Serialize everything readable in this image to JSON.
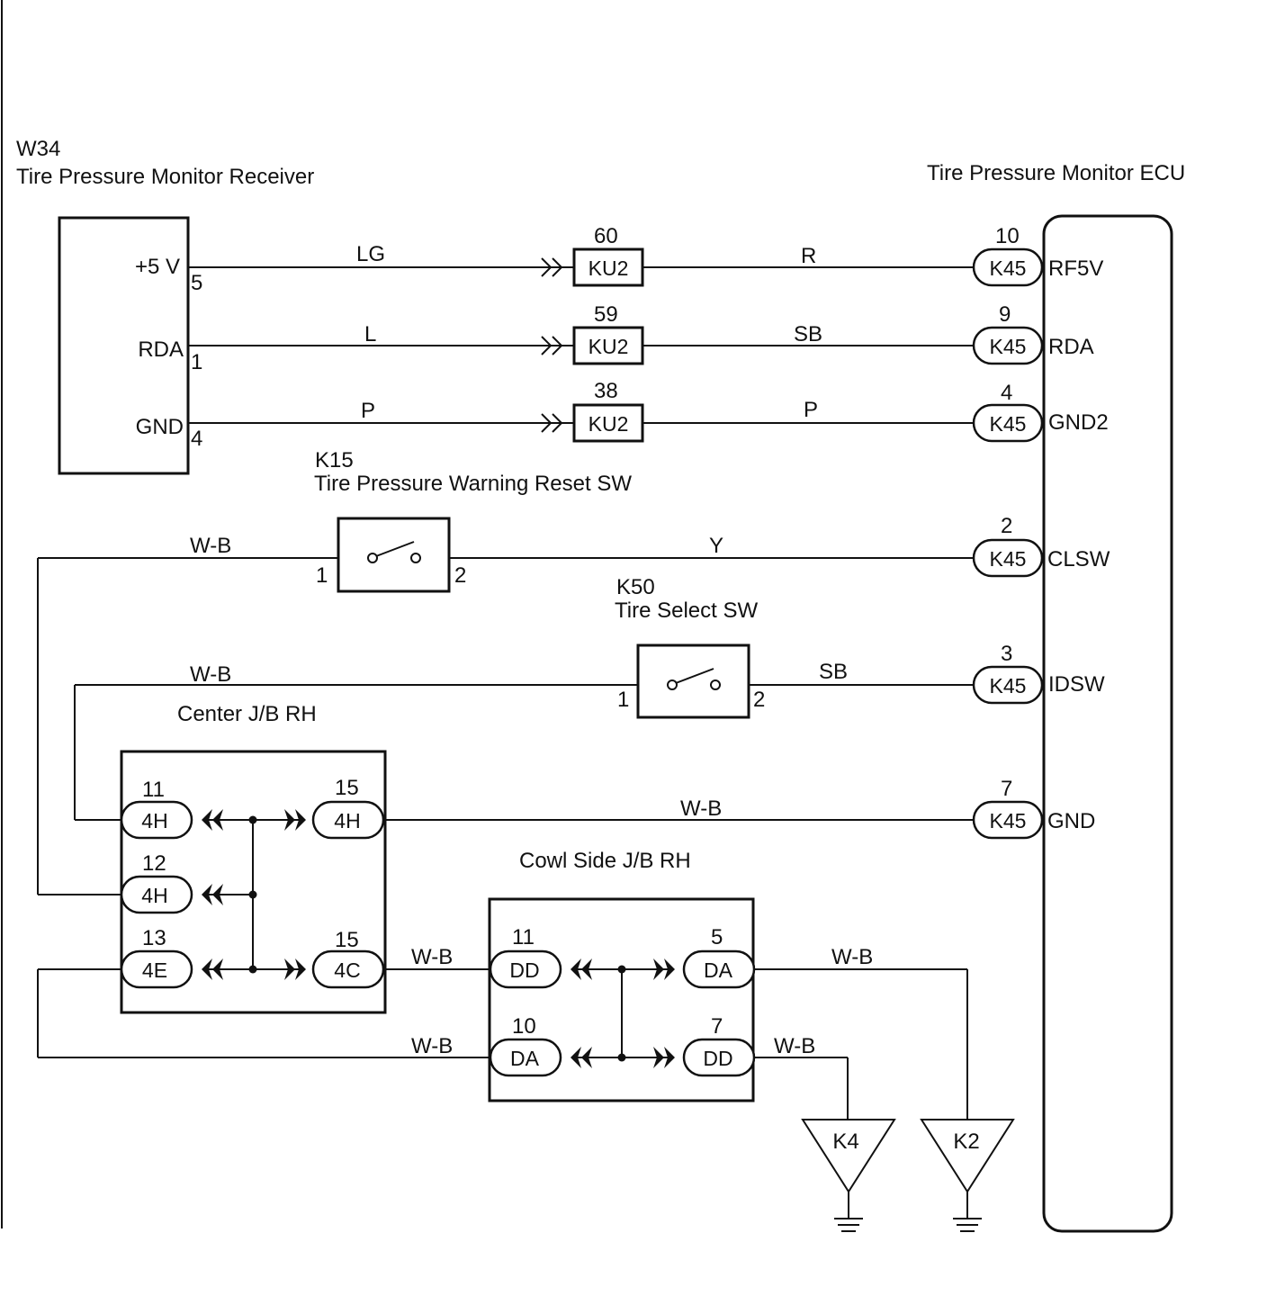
{
  "receiver": {
    "id": "W34",
    "name": "Tire Pressure Monitor Receiver",
    "pins": [
      {
        "label": "+5 V",
        "num": "5"
      },
      {
        "label": "RDA",
        "num": "1"
      },
      {
        "label": "GND",
        "num": "4"
      }
    ]
  },
  "ecu": {
    "name": "Tire Pressure Monitor ECU",
    "pins": [
      {
        "num": "10",
        "conn": "K45",
        "label": "RF5V"
      },
      {
        "num": "9",
        "conn": "K45",
        "label": "RDA"
      },
      {
        "num": "4",
        "conn": "K45",
        "label": "GND2"
      },
      {
        "num": "2",
        "conn": "K45",
        "label": "CLSW"
      },
      {
        "num": "3",
        "conn": "K45",
        "label": "IDSW"
      },
      {
        "num": "7",
        "conn": "K45",
        "label": "GND"
      }
    ]
  },
  "ku2": [
    {
      "num": "60",
      "conn": "KU2",
      "wire_in": "LG",
      "wire_out": "R"
    },
    {
      "num": "59",
      "conn": "KU2",
      "wire_in": "L",
      "wire_out": "SB"
    },
    {
      "num": "38",
      "conn": "KU2",
      "wire_in": "P",
      "wire_out": "P"
    }
  ],
  "reset_sw": {
    "id": "K15",
    "name": "Tire Pressure Warning Reset SW",
    "pin_left": "1",
    "pin_right": "2",
    "wire_left": "W-B",
    "wire_right": "Y"
  },
  "select_sw": {
    "id": "K50",
    "name": "Tire Select SW",
    "pin_left": "1",
    "pin_right": "2",
    "wire_left": "W-B",
    "wire_right": "SB"
  },
  "center_jb": {
    "name": "Center J/B RH",
    "left": [
      {
        "num": "11",
        "conn": "4H"
      },
      {
        "num": "12",
        "conn": "4H"
      },
      {
        "num": "13",
        "conn": "4E"
      }
    ],
    "right": [
      {
        "num": "15",
        "conn": "4H"
      },
      {
        "num": "15",
        "conn": "4C"
      }
    ],
    "gnd_wire": "W-B"
  },
  "cowl_jb": {
    "name": "Cowl Side J/B RH",
    "left": [
      {
        "num": "11",
        "conn": "DD"
      },
      {
        "num": "10",
        "conn": "DA"
      }
    ],
    "right": [
      {
        "num": "5",
        "conn": "DA"
      },
      {
        "num": "7",
        "conn": "DD"
      }
    ],
    "wire_in_top": "W-B",
    "wire_in_bottom": "W-B",
    "wire_out_top": "W-B",
    "wire_out_bottom": "W-B"
  },
  "grounds": [
    {
      "label": "K4"
    },
    {
      "label": "K2"
    }
  ]
}
